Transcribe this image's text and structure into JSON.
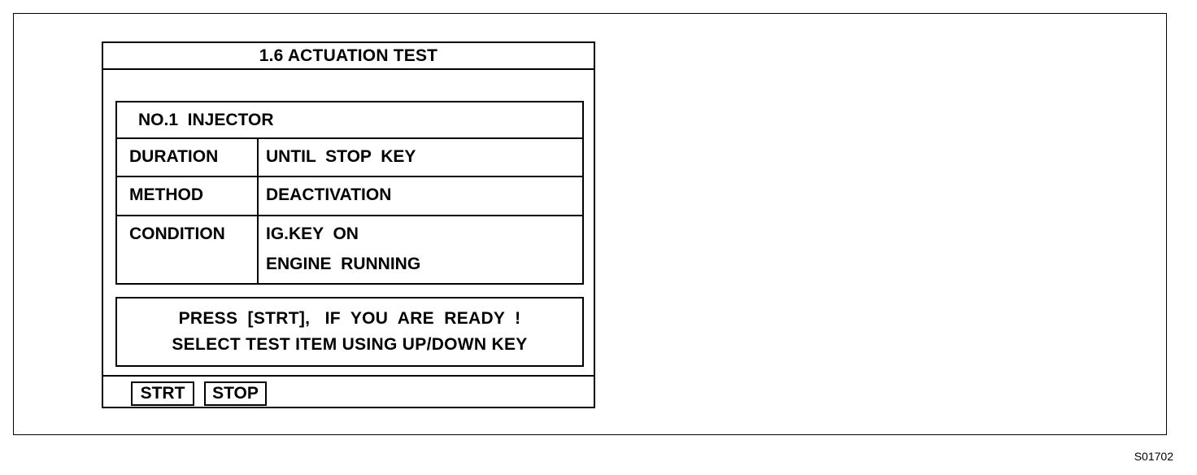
{
  "screen": {
    "title": "1.6 ACTUATION TEST",
    "item": "NO.1  INJECTOR",
    "rows": [
      {
        "label": "DURATION",
        "values": [
          "UNTIL  STOP  KEY"
        ]
      },
      {
        "label": "METHOD",
        "values": [
          "DEACTIVATION"
        ]
      },
      {
        "label": "CONDITION",
        "values": [
          "IG.KEY  ON",
          "ENGINE  RUNNING"
        ]
      }
    ],
    "message": {
      "line1": "PRESS  [STRT],   IF  YOU  ARE  READY  !",
      "line2": "SELECT TEST ITEM USING UP/DOWN KEY"
    },
    "buttons": {
      "strt_label": "STRT",
      "stop_label": "STOP"
    }
  },
  "figure_code": "S01702"
}
